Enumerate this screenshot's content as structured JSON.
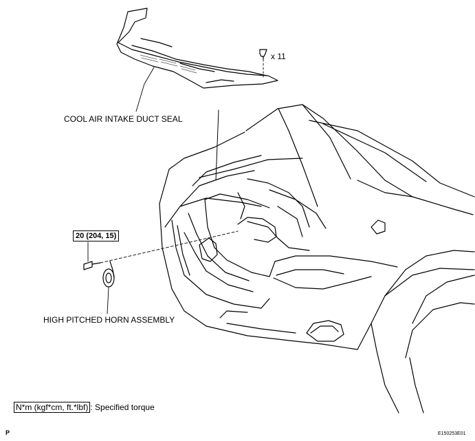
{
  "labels": {
    "fastener_qty": "x 11",
    "seal": "COOL AIR INTAKE DUCT SEAL",
    "horn": "HIGH PITCHED HORN ASSEMBLY",
    "torque": "20 (204, 15)"
  },
  "legend": {
    "unit": "N*m (kgf*cm, ft.*lbf)",
    "text": ": Specified torque"
  },
  "footer": {
    "left_mark": "P",
    "figure_id": "E150253E01"
  },
  "colors": {
    "line": "#000000",
    "background": "#ffffff"
  }
}
